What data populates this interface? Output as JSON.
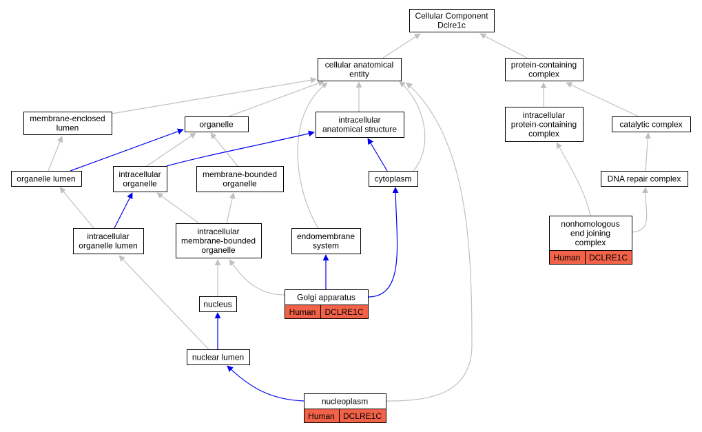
{
  "graph": {
    "colors": {
      "blue_edge": "#0000ee",
      "gray_edge": "#c0c0c0",
      "annotation_fill": "#f26249",
      "node_fill": "#ffffff",
      "node_border": "#000000"
    },
    "nodes": [
      {
        "id": "cc_root",
        "lines": [
          "Cellular Component",
          "Dclre1c"
        ]
      },
      {
        "id": "cae",
        "lines": [
          "cellular anatomical",
          "entity"
        ]
      },
      {
        "id": "pcc",
        "lines": [
          "protein-containing",
          "complex"
        ]
      },
      {
        "id": "mel",
        "lines": [
          "membrane-enclosed",
          "lumen"
        ]
      },
      {
        "id": "organelle",
        "lines": [
          "organelle"
        ]
      },
      {
        "id": "ias",
        "lines": [
          "intracellular",
          "anatomical structure"
        ]
      },
      {
        "id": "ipcc",
        "lines": [
          "intracellular",
          "protein-containing",
          "complex"
        ]
      },
      {
        "id": "catalytic",
        "lines": [
          "catalytic complex"
        ]
      },
      {
        "id": "olumen",
        "lines": [
          "organelle lumen"
        ]
      },
      {
        "id": "iorg",
        "lines": [
          "intracellular",
          "organelle"
        ]
      },
      {
        "id": "mbo",
        "lines": [
          "membrane-bounded",
          "organelle"
        ]
      },
      {
        "id": "cytoplasm",
        "lines": [
          "cytoplasm"
        ]
      },
      {
        "id": "dnarepair",
        "lines": [
          "DNA repair complex"
        ]
      },
      {
        "id": "iol",
        "lines": [
          "intracellular",
          "organelle lumen"
        ]
      },
      {
        "id": "imbo",
        "lines": [
          "intracellular",
          "membrane-bounded",
          "organelle"
        ]
      },
      {
        "id": "endo",
        "lines": [
          "endomembrane",
          "system"
        ]
      },
      {
        "id": "nhej",
        "lines": [
          "nonhomologous",
          "end joining",
          "complex"
        ],
        "species": "Human",
        "gene": "DCLRE1C"
      },
      {
        "id": "golgi",
        "lines": [
          "Golgi apparatus"
        ],
        "species": "Human",
        "gene": "DCLRE1C"
      },
      {
        "id": "nucleus",
        "lines": [
          "nucleus"
        ]
      },
      {
        "id": "nlumen",
        "lines": [
          "nuclear lumen"
        ]
      },
      {
        "id": "nucleoplasm",
        "lines": [
          "nucleoplasm"
        ],
        "species": "Human",
        "gene": "DCLRE1C"
      }
    ],
    "edges": [
      {
        "from": "cae",
        "to": "cc_root",
        "color": "gray"
      },
      {
        "from": "pcc",
        "to": "cc_root",
        "color": "gray"
      },
      {
        "from": "mel",
        "to": "cae",
        "color": "gray"
      },
      {
        "from": "organelle",
        "to": "cae",
        "color": "gray"
      },
      {
        "from": "ias",
        "to": "cae",
        "color": "gray"
      },
      {
        "from": "endo",
        "to": "cae",
        "color": "gray"
      },
      {
        "from": "cytoplasm",
        "to": "cae",
        "color": "gray"
      },
      {
        "from": "nucleoplasm",
        "to": "cae",
        "color": "gray"
      },
      {
        "from": "ipcc",
        "to": "pcc",
        "color": "gray"
      },
      {
        "from": "catalytic",
        "to": "pcc",
        "color": "gray"
      },
      {
        "from": "olumen",
        "to": "mel",
        "color": "gray"
      },
      {
        "from": "olumen",
        "to": "organelle",
        "color": "blue"
      },
      {
        "from": "iorg",
        "to": "organelle",
        "color": "gray"
      },
      {
        "from": "mbo",
        "to": "organelle",
        "color": "gray"
      },
      {
        "from": "iorg",
        "to": "ias",
        "color": "blue"
      },
      {
        "from": "cytoplasm",
        "to": "ias",
        "color": "blue"
      },
      {
        "from": "iol",
        "to": "olumen",
        "color": "gray"
      },
      {
        "from": "iol",
        "to": "iorg",
        "color": "blue"
      },
      {
        "from": "imbo",
        "to": "iorg",
        "color": "gray"
      },
      {
        "from": "imbo",
        "to": "mbo",
        "color": "gray"
      },
      {
        "from": "golgi",
        "to": "cytoplasm",
        "color": "blue"
      },
      {
        "from": "golgi",
        "to": "endo",
        "color": "blue"
      },
      {
        "from": "golgi",
        "to": "imbo",
        "color": "gray"
      },
      {
        "from": "nucleus",
        "to": "imbo",
        "color": "gray"
      },
      {
        "from": "nlumen",
        "to": "iol",
        "color": "gray"
      },
      {
        "from": "nlumen",
        "to": "nucleus",
        "color": "blue"
      },
      {
        "from": "nucleoplasm",
        "to": "nlumen",
        "color": "blue"
      },
      {
        "from": "nhej",
        "to": "ipcc",
        "color": "gray"
      },
      {
        "from": "nhej",
        "to": "dnarepair",
        "color": "gray"
      },
      {
        "from": "dnarepair",
        "to": "catalytic",
        "color": "gray"
      }
    ]
  }
}
